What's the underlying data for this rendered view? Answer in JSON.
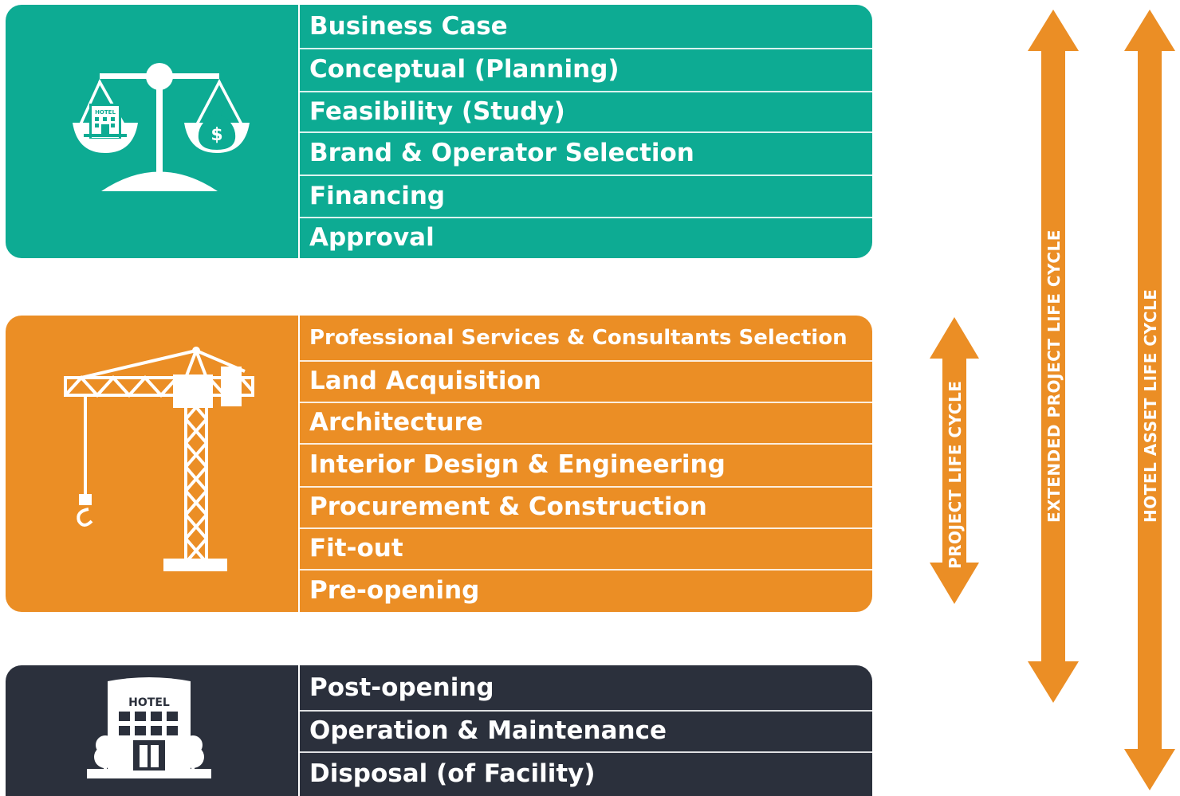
{
  "colors": {
    "planning": "#0dab93",
    "development": "#eb8e25",
    "operation": "#2b303c",
    "arrow": "#eb8e25"
  },
  "planning": {
    "icon": "scale-hotel-money-icon",
    "icon_text": "HOTEL",
    "rows": [
      "Business Case",
      "Conceptual (Planning)",
      "Feasibility (Study)",
      "Brand & Operator Selection",
      "Financing",
      "Approval"
    ]
  },
  "development": {
    "icon": "tower-crane-icon",
    "rows": [
      "Professional Services & Consultants Selection",
      "Land Acquisition",
      "Architecture",
      "Interior Design & Engineering",
      "Procurement & Construction",
      "Fit-out",
      "Pre-opening"
    ]
  },
  "operation": {
    "icon": "hotel-building-icon",
    "icon_text": "HOTEL",
    "rows": [
      "Post-opening",
      "Operation & Maintenance",
      "Disposal (of Facility)"
    ]
  },
  "arrows": {
    "project": "PROJECT LIFE CYCLE",
    "extended": "EXTENDED PROJECT LIFE CYCLE",
    "asset": "HOTEL ASSET LIFE CYCLE"
  }
}
